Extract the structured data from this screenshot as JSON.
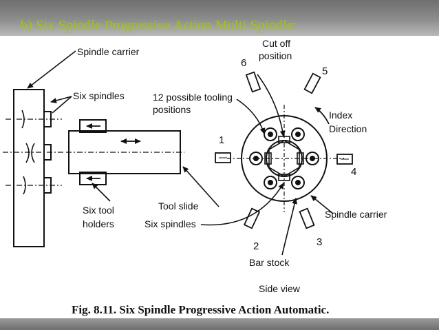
{
  "slide": {
    "title": "b) Six Spindle Progressive Action  Multi Spindle:",
    "title_color": "#9fc900"
  },
  "figure": {
    "labels": {
      "spindle_carrier_top": "Spindle carrier",
      "six_spindles_top": "Six spindles",
      "cut_off_line1": "Cut off",
      "cut_off_line2": "position",
      "tooling_line1": "12 possible tooling",
      "tooling_line2": "positions",
      "index_line1": "Index",
      "index_line2": "Direction",
      "six_tool_line1": "Six tool",
      "six_tool_line2": "holders",
      "tool_slide": "Tool slide",
      "six_spindles_bottom": "Six spindles",
      "spindle_carrier_bottom": "Spindle carrier",
      "bar_stock": "Bar stock",
      "side_view": "Side view"
    },
    "positions": [
      "1",
      "2",
      "3",
      "4",
      "5",
      "6"
    ],
    "caption": "Fig. 8.11. Six Spindle Progressive Action Automatic."
  }
}
